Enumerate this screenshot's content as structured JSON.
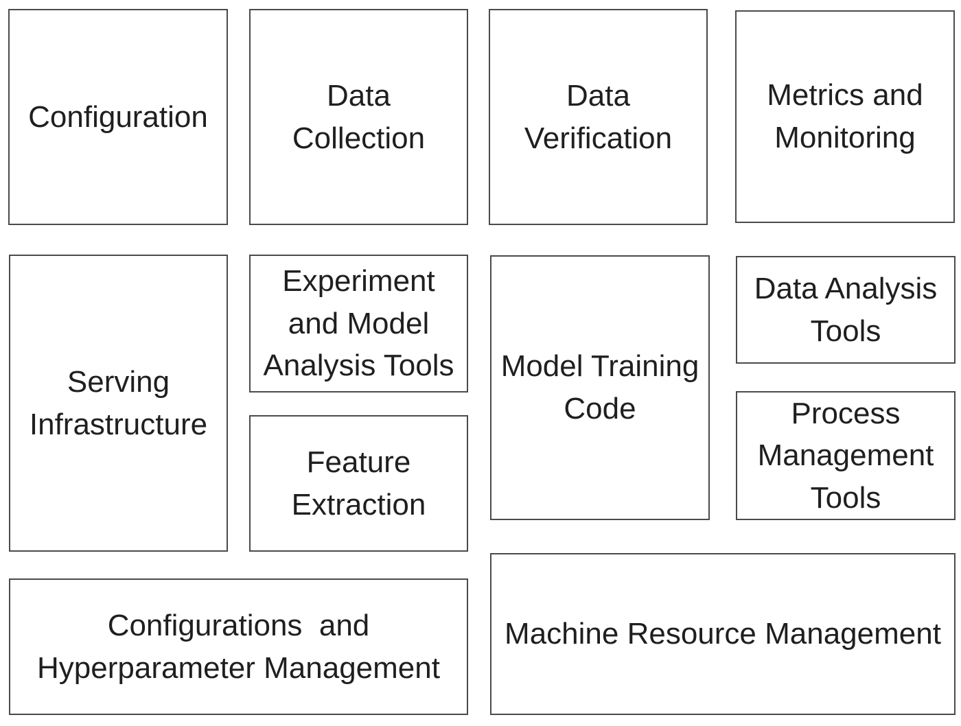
{
  "theme": {
    "border_color": "#4a4a4a",
    "text_color": "#1f1f1f",
    "bg_color": "#ffffff"
  },
  "diagram": {
    "boxes": [
      {
        "id": "configuration",
        "label": "Configuration"
      },
      {
        "id": "data-collection",
        "label": "Data\nCollection"
      },
      {
        "id": "data-verification",
        "label": "Data\nVerification"
      },
      {
        "id": "metrics-and-monitoring",
        "label": "Metrics and\nMonitoring"
      },
      {
        "id": "serving-infrastructure",
        "label": "Serving\nInfrastructure"
      },
      {
        "id": "experiment-and-model-analysis-tools",
        "label": "Experiment\nand Model\nAnalysis Tools"
      },
      {
        "id": "feature-extraction",
        "label": "Feature\nExtraction"
      },
      {
        "id": "model-training-code",
        "label": "Model Training\nCode"
      },
      {
        "id": "data-analysis-tools",
        "label": "Data Analysis\nTools"
      },
      {
        "id": "process-management-tools",
        "label": "Process\nManagement\nTools"
      },
      {
        "id": "configurations-and-hyperparameter-management",
        "label": "Configurations  and\nHyperparameter Management"
      },
      {
        "id": "machine-resource-management",
        "label": "Machine Resource Management"
      }
    ]
  }
}
